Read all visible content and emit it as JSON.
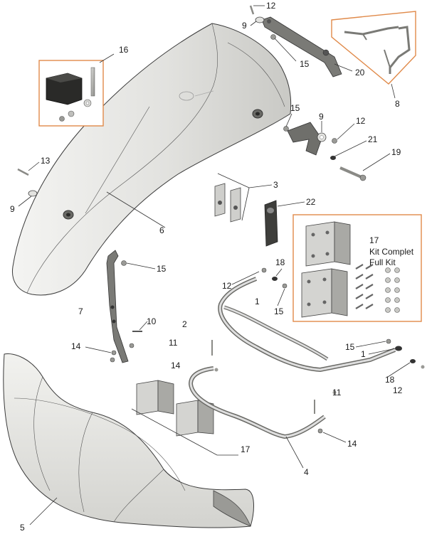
{
  "diagram": {
    "accent_color": "#e08a4a",
    "callouts": [
      {
        "id": "c1",
        "label": "1"
      },
      {
        "id": "c1b",
        "label": "1"
      },
      {
        "id": "c2",
        "label": "2"
      },
      {
        "id": "c3",
        "label": "3"
      },
      {
        "id": "c4",
        "label": "4"
      },
      {
        "id": "c5",
        "label": "5"
      },
      {
        "id": "c6",
        "label": "6"
      },
      {
        "id": "c7",
        "label": "7"
      },
      {
        "id": "c8",
        "label": "8"
      },
      {
        "id": "c9a",
        "label": "9"
      },
      {
        "id": "c9b",
        "label": "9"
      },
      {
        "id": "c9c",
        "label": "9"
      },
      {
        "id": "c10",
        "label": "10"
      },
      {
        "id": "c11a",
        "label": "11"
      },
      {
        "id": "c11b",
        "label": "11"
      },
      {
        "id": "c12a",
        "label": "12"
      },
      {
        "id": "c12b",
        "label": "12"
      },
      {
        "id": "c12c",
        "label": "12"
      },
      {
        "id": "c12d",
        "label": "12"
      },
      {
        "id": "c13",
        "label": "13"
      },
      {
        "id": "c14a",
        "label": "14"
      },
      {
        "id": "c14b",
        "label": "14"
      },
      {
        "id": "c14c",
        "label": "14"
      },
      {
        "id": "c15a",
        "label": "15"
      },
      {
        "id": "c15b",
        "label": "15"
      },
      {
        "id": "c15c",
        "label": "15"
      },
      {
        "id": "c15d",
        "label": "15"
      },
      {
        "id": "c15e",
        "label": "15"
      },
      {
        "id": "c16",
        "label": "16"
      },
      {
        "id": "c17a",
        "label": "17"
      },
      {
        "id": "c17b",
        "label": "17"
      },
      {
        "id": "c18a",
        "label": "18"
      },
      {
        "id": "c18b",
        "label": "18"
      },
      {
        "id": "c19",
        "label": "19"
      },
      {
        "id": "c20",
        "label": "20"
      },
      {
        "id": "c21",
        "label": "21"
      },
      {
        "id": "c22",
        "label": "22"
      }
    ],
    "kit_note": {
      "line1": "Kit Complet",
      "line2": "Full Kit"
    }
  }
}
